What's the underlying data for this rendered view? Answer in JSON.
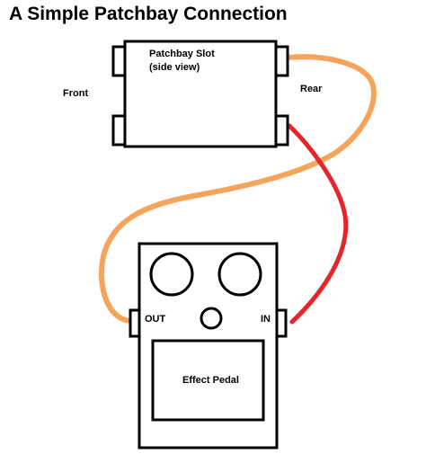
{
  "title": "A Simple Patchbay Connection",
  "labels": {
    "front": "Front",
    "rear": "Rear",
    "patchbay_line1": "Patchbay Slot",
    "patchbay_line2": "(side view)",
    "out": "OUT",
    "in": "IN",
    "effect_pedal": "Effect Pedal"
  },
  "colors": {
    "orange_cable": "#f5a45c",
    "red_cable": "#e2262a",
    "outline": "#000000"
  }
}
